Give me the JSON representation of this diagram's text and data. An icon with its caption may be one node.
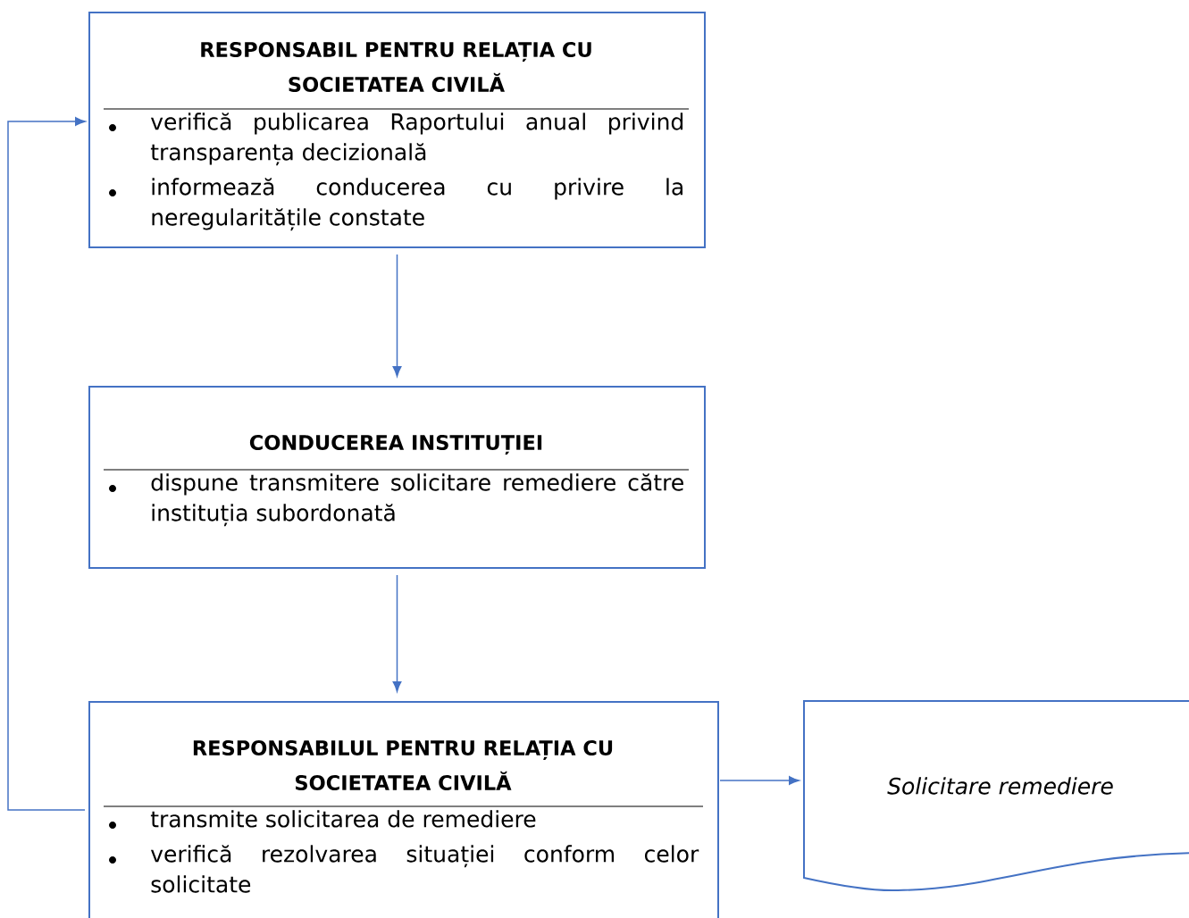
{
  "diagram": {
    "nodes": [
      {
        "text": [
          "RESPONSABIL PENTRU RELAȚIA CU SOCIETATEA CIVILĂ",
          "verifică publicarea Raportului anual privind transparența decizională",
          "informează conducerea cu privire la neregularitățile constate"
        ]
      },
      {
        "text": [
          "CONDUCEREA INSTITUȚIEI",
          "dispune transmitere solicitare remediere către instituția subordonată"
        ]
      },
      {
        "text": [
          "RESPONSABILUL PENTRU RELAȚIA CU SOCIETATEA CIVILĂ",
          "transmite solicitarea de remediere",
          "verifică rezolvarea situației conform celor solicitate"
        ]
      },
      {
        "text": [
          "Solicitare remediere"
        ]
      }
    ],
    "edges": [
      {
        "from": 0,
        "to": 1,
        "arrow": "to"
      },
      {
        "from": 1,
        "to": 2,
        "arrow": "to"
      },
      {
        "from": 2,
        "to": 3,
        "arrow": "to"
      },
      {
        "from": 2,
        "to": 0,
        "arrow": "to"
      }
    ]
  }
}
